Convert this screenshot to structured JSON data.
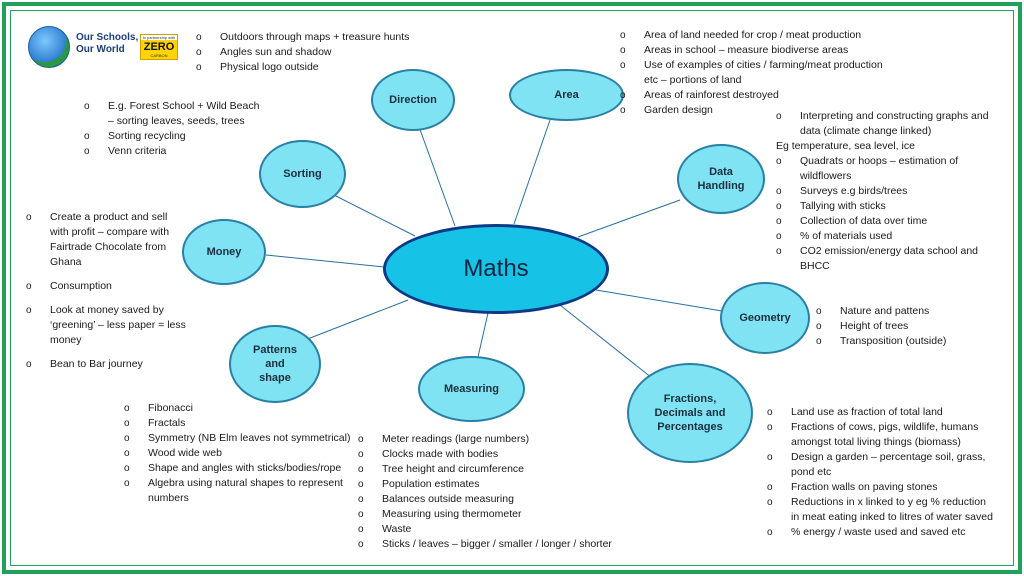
{
  "logo": {
    "name": "Our Schools,\nOur World",
    "badge_small": "in partnership with",
    "badge_text": "ZERO",
    "badge_sub": "CARBON"
  },
  "nodes": {
    "center": "Maths",
    "direction": "Direction",
    "area": "Area",
    "sorting": "Sorting",
    "data_handling": "Data\nHandling",
    "money": "Money",
    "geometry": "Geometry",
    "patterns": "Patterns\nand\nshape",
    "measuring": "Measuring",
    "fractions": "Fractions,\nDecimals and\nPercentages"
  },
  "notes": {
    "direction": [
      "Outdoors through maps + treasure hunts",
      "Angles sun and shadow",
      "Physical logo outside"
    ],
    "area": [
      "Area of land needed for crop / meat production",
      "Areas in school – measure biodiverse areas",
      "Use of examples of cities / farming/meat production etc – portions of land",
      "Areas of rainforest destroyed",
      "Garden design"
    ],
    "sorting": [
      "E.g. Forest School + Wild Beach – sorting leaves, seeds, trees",
      "Sorting recycling",
      "Venn criteria"
    ],
    "data_handling": {
      "first": "Interpreting and constructing graphs and data (climate change linked)",
      "plain": "Eg temperature, sea level, ice",
      "rest": [
        "Quadrats or hoops – estimation of wildflowers",
        "Surveys e.g birds/trees",
        "Tallying with sticks",
        "Collection of data over time",
        "% of materials used",
        "CO2 emission/energy data school and BHCC"
      ]
    },
    "money": [
      "Create a product and sell with profit – compare with Fairtrade Chocolate from Ghana",
      "Consumption",
      "Look at money saved by ‘greening’ – less paper = less money",
      "Bean to Bar journey"
    ],
    "geometry": [
      "Nature and pattens",
      "Height of trees",
      "Transposition (outside)"
    ],
    "patterns": [
      "Fibonacci",
      "Fractals",
      "Symmetry (NB Elm leaves not symmetrical)",
      "Wood wide web",
      "Shape and angles with sticks/bodies/rope",
      "Algebra using natural shapes to represent numbers"
    ],
    "measuring": [
      "Meter readings (large numbers)",
      "Clocks made with bodies",
      "Tree height and circumference",
      "Population estimates",
      "Balances outside measuring",
      "Measuring using thermometer",
      "Waste",
      "Sticks / leaves – bigger / smaller / longer / shorter"
    ],
    "fractions": [
      "Land use as fraction of total land",
      "Fractions of cows, pigs, wildlife, humans amongst total living things (biomass)",
      "Design a garden – percentage soil, grass, pond etc",
      "Fraction walls on paving stones",
      "Reductions in x linked to y eg % reduction in meat eating inked to litres of water saved",
      "% energy / waste used and saved etc"
    ]
  },
  "colors": {
    "border": "#21a05a",
    "node_fill": "#7fe3f3",
    "node_stroke": "#2a7fa5",
    "center_fill": "#16c3e6",
    "center_stroke": "#0c3a86",
    "line": "#2b6fa0"
  }
}
